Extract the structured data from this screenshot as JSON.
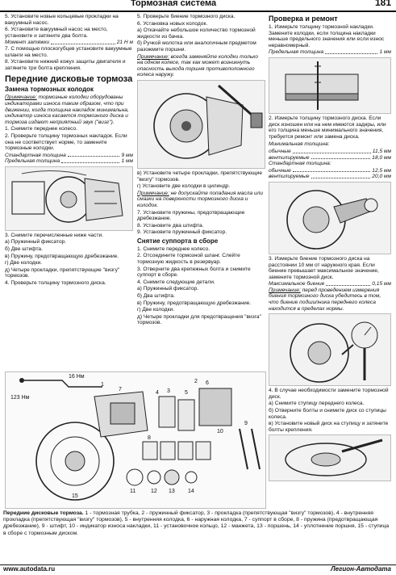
{
  "header": {
    "title": "Тормозная система",
    "page": "181"
  },
  "col1": {
    "p1": "5. Установите новые кольцевые прокладки на вакуумный насос.",
    "p2": "6. Установите вакуумный насос на место, установите и затяните два болта.",
    "spec1_label": "Момент затяжки",
    "spec1_value": "21 Н м",
    "p3": "7. С помощью плоскогубцев установите вакуумные шланги на место.",
    "p4": "8. Установите нижний кожух защиты двигателя и затяните три болта крепления.",
    "section_title": "Передние дисковые тормоза",
    "sub_title": "Замена тормозных колодок",
    "note_label": "Примечание:",
    "note_text": "тормозные колодки оборудованы индикаторами износа таким образом, что при движении, когда толщина накладок минимальна, индикатор износа касается тормозного диска и тормоза издают неприятный звук (\"визг\").",
    "s1": "1. Снимите переднее колесо.",
    "s2": "2. Проверьте толщину тормозных накладок. Если она не соответствует норме, то замените тормозные колодки.",
    "spec2_label": "Стандартная толщина",
    "spec2_value": "9 мм",
    "spec3_label": "Предельная толщина",
    "spec3_value": "1 мм",
    "s3": "3. Снимите перечисленные ниже части.",
    "s3a": "а) Пружинный фиксатор.",
    "s3b": "б) Две штифта.",
    "s3c": "в) Пружину, предотвращающую дребезжание.",
    "s3d": "г) Две колодки.",
    "s3e": "д) Четыре прокладки, препятствующие \"визгу\" тормозов.",
    "s4": "4. Проверьте толщину тормозного диска."
  },
  "col2": {
    "p1": "5. Проверьте биение тормозного диска.",
    "p2": "6. Установка новых колодок.",
    "p2a": "а) Откачайте небольшое количество тормозной жидкости из бачка.",
    "p2b": "б) Ручкой молотка или аналогичным предметом разожмите поршни.",
    "note1_label": "Примечание:",
    "note1_text": "всегда заменяйте колодки только на одном колесе, так как может возникнуть опасность выхода поршня противоположного колеса наружу.",
    "p3a": "в) Установите четыре прокладки, препятствующие \"визгу\" тормозов.",
    "p3b": "г) Установите две колодки в цилиндр.",
    "note2_label": "Примечание:",
    "note2_text": "не допускайте попадания масла или смазки на поверхности тормозного диска и колодок.",
    "p4": "7. Установите пружины, предотвращающие дребезжание.",
    "p5": "8. Установите два штифта.",
    "p6": "9. Установите пружинный фиксатор.",
    "sub_title": "Снятие суппорта в сборе",
    "r1": "1. Снимите переднее колесо.",
    "r2": "2. Отсоедините тормозной шланг. Слейте тормозную жидкость в резервуар.",
    "r3": "3. Отверните два крепежных болта и снимите суппорт в сборе.",
    "r4": "4. Снимите следующие детали.",
    "r4a": "а) Пружинный фиксатор.",
    "r4b": "б) Два штифта.",
    "r4c": "в) Пружину, предотвращающую дребезжание.",
    "r4d": "г) Две колодки.",
    "r4e": "д) Четыре прокладки для предотвращения \"визга\" тормозов."
  },
  "col3": {
    "title": "Проверка и ремонт",
    "p1": "1. Измерьте толщину тормозной накладки. Замените колодки, если толщина накладки меньше предельного значения или если износ неравномерный.",
    "spec1_label": "Предельная толщина",
    "spec1_value": "1 мм",
    "p2": "2. Измерьте толщину тормозного диска. Если диск изношен или на нем имеются задиры, или его толщина меньше минимального значения, требуется ремонт или замена диска.",
    "min_label": "Минимальная толщина:",
    "min1_label": "обычные",
    "min1_value": "11,5 мм",
    "min2_label": "вентилируемые",
    "min2_value": "18,0 мм",
    "std_label": "Стандартная толщина:",
    "std1_label": "обычные",
    "std1_value": "12,5 мм",
    "std2_label": "вентилируемые",
    "std2_value": "20,0 мм",
    "p3": "3. Измерьте биение тормозного диска на расстоянии 10 мм от наружного края. Если биение превышает максимальное значение, замените тормозной диск.",
    "spec2_label": "Максимальное биение",
    "spec2_value": "0,15 мм",
    "note_label": "Примечание:",
    "note_text": "перед проведением измерения биения тормозного диска убедитесь в том, что биение подшипника переднего колеса находится в пределах нормы.",
    "p4": "4. В случае необходимости замените тормозной диск.",
    "p4a": "а) Снимите ступицу переднего колеса.",
    "p4b": "б) Отверните болты и снимите диск со ступицы колеса.",
    "p4c": "в) Установите новый диск на ступицу и затяните болты крепления."
  },
  "diagram_labels": {
    "torque1": "16 Нм",
    "torque2": "123 Нм",
    "n1": "1",
    "n2": "2",
    "n3": "3",
    "n4": "4",
    "n5": "5",
    "n6": "6",
    "n7": "7",
    "n8": "8",
    "n9": "9",
    "n10": "10",
    "n11": "11",
    "n12": "12",
    "n13": "13",
    "n14": "14",
    "n15": "15"
  },
  "caption": {
    "bold": "Передние дисковые тормоза.",
    "text": " 1 - тормозная трубка, 2 - пружинный фиксатор, 3 - прокладка (препятствующая \"визгу\" тормозов), 4 - внутренняя прокладка (препятствующая \"визгу\" тормозов), 5 - внутренняя колодка, 6 - наружная колодка, 7 - суппорт в сборе, 8 - пружина (предотвращающая дребезжание), 9 - штифт, 10 - индикатор износа накладки, 11 - установочное кольцо, 12 - манжета, 13 - поршень, 14 - уплотнение поршня, 15 - ступица в сборе с тормозным диском."
  },
  "footer": {
    "left": "www.autodata.ru",
    "right": "Легион-Автодата"
  }
}
